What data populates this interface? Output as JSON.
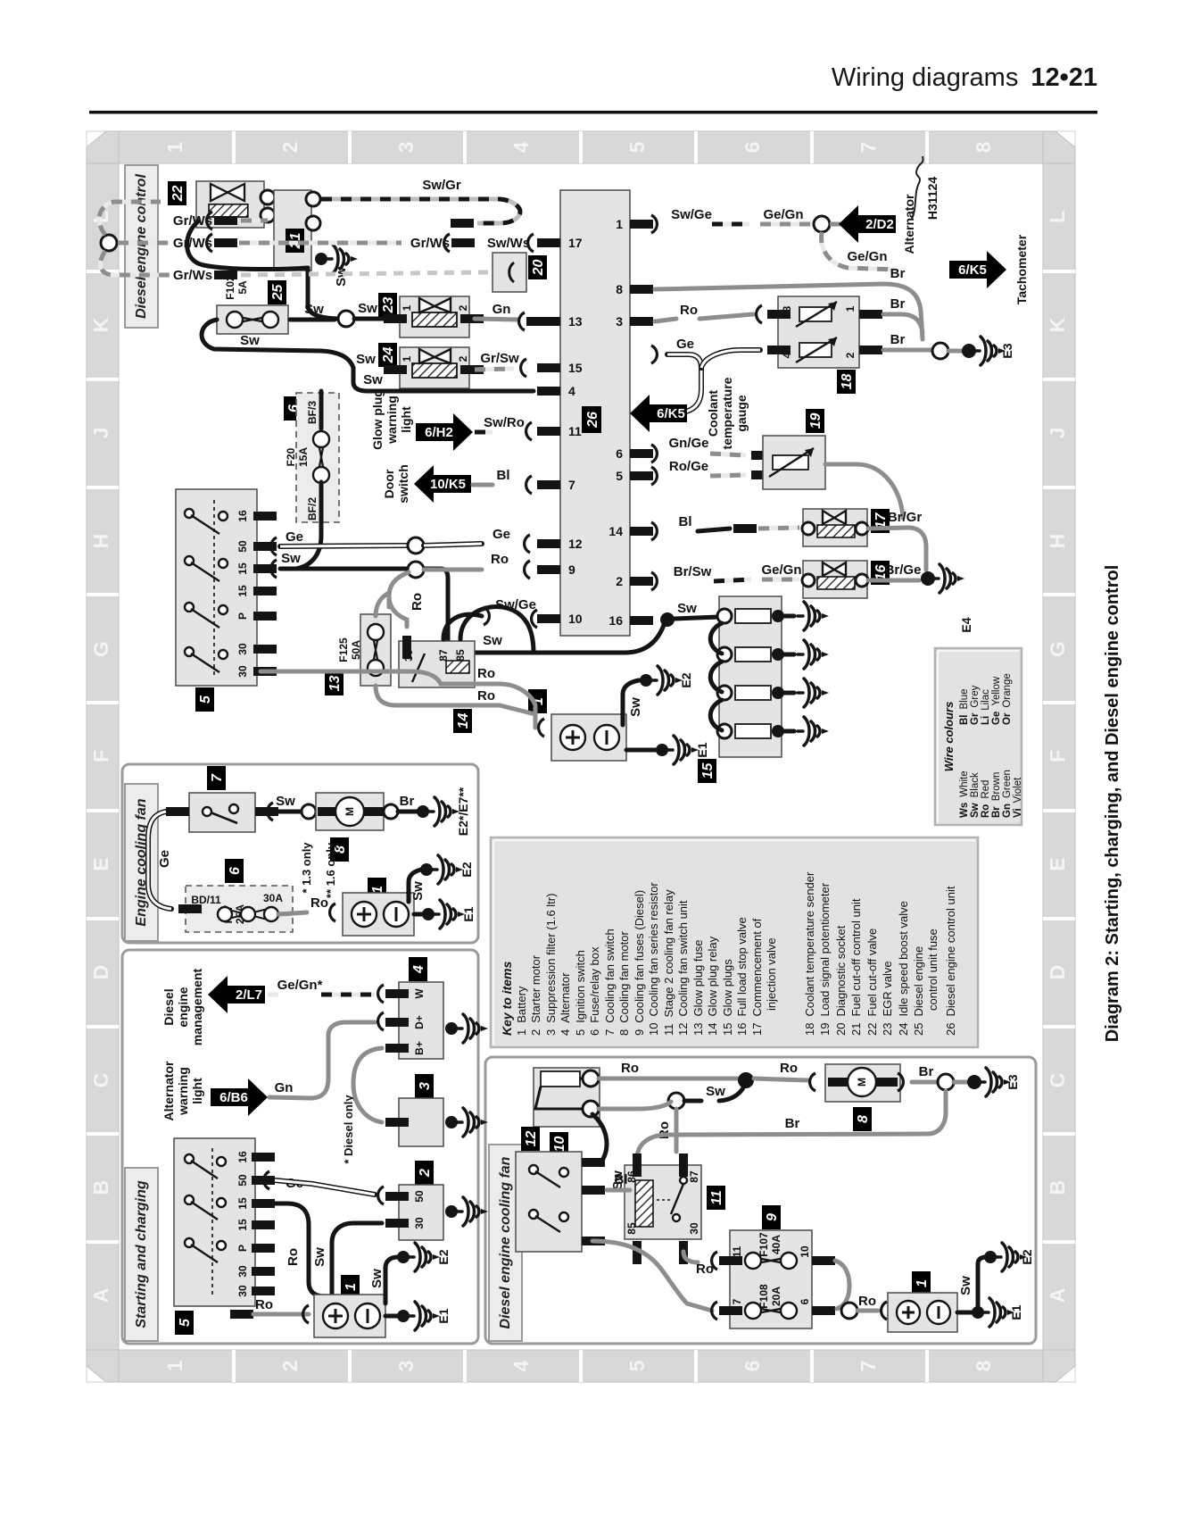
{
  "header": {
    "title": "Wiring diagrams",
    "page": "12•21"
  },
  "caption": "Diagram 2: Starting, charging, and Diesel engine control",
  "sig": "H31124",
  "frame": {
    "cols": [
      "1",
      "2",
      "3",
      "4",
      "5",
      "6",
      "7",
      "8"
    ],
    "rows": [
      "L",
      "K",
      "J",
      "H",
      "G",
      "F",
      "E",
      "D",
      "C",
      "B",
      "A"
    ]
  },
  "sections": {
    "s1": "Diesel engine control",
    "s2": "Engine cooling fan",
    "s3": "Starting and charging",
    "s4": "Diesel engine cooling fan"
  },
  "arrows": {
    "alt": {
      "code": "2/D2",
      "label": "Alternator"
    },
    "tach": {
      "code": "6/K5",
      "label": "Tachometer"
    },
    "coolant": {
      "code": "6/K5",
      "lines": [
        "Coolant",
        "temperature",
        "gauge"
      ]
    },
    "glow": {
      "code": "6/H2",
      "lines": [
        "Glow plug",
        "warning",
        "light"
      ]
    },
    "door": {
      "code": "10/K5",
      "lines": [
        "Door",
        "switch"
      ]
    },
    "mgmt": {
      "code": "2/L7",
      "lines": [
        "Diesel",
        "engine",
        "management"
      ]
    },
    "warn": {
      "code": "6/B6",
      "lines": [
        "Alternator",
        "warning",
        "light"
      ]
    }
  },
  "notes": {
    "n13": "* 1.3 only",
    "n16": "** 1.6 only",
    "diesel": "* Diesel only"
  },
  "fuses": {
    "f102": [
      "F102",
      "5A"
    ],
    "f20": [
      "F20",
      "15A"
    ],
    "f125": [
      "F125",
      "50A"
    ],
    "f17": [
      "F17",
      "25A"
    ],
    "a30": "30A",
    "bd11": "BD/11",
    "bf2": "BF/2",
    "bf3": "BF/3",
    "f107": [
      "F107",
      "40A"
    ],
    "f108": [
      "F108",
      "20A"
    ]
  },
  "grounds": {
    "e1": "E1",
    "e2": "E2",
    "e3": "E3",
    "e4": "E4",
    "e2e7": "E2*/E7**"
  },
  "w": {
    "swgr": "Sw/Gr",
    "grws": "Gr/Ws",
    "swws": "Sw/Ws",
    "sw": "Sw",
    "gn": "Gn",
    "grsw": "Gr/Sw",
    "swro": "Sw/Ro",
    "bl": "Bl",
    "ge": "Ge",
    "ro": "Ro",
    "swge": "Sw/Ge",
    "gnge": "Gn/Ge",
    "roge": "Ro/Ge",
    "brsw": "Br/Sw",
    "gegn": "Ge/Gn",
    "br": "Br",
    "brgr": "Br/Gr",
    "brge": "Br/Ge",
    "gegns": "Ge/Gn*"
  },
  "n": {
    "1": "1",
    "2": "2",
    "3": "3",
    "4": "4",
    "5": "5",
    "6": "6",
    "7": "7",
    "8": "8",
    "9": "9",
    "10": "10",
    "11": "11",
    "12": "12",
    "13": "13",
    "14": "14",
    "15": "15",
    "16": "16",
    "17": "17",
    "18": "18",
    "19": "19",
    "20": "20",
    "21": "21",
    "22": "22",
    "23": "23",
    "24": "24",
    "25": "25",
    "26": "26",
    "30": "30",
    "50": "50",
    "85": "85",
    "86": "86",
    "87": "87",
    "P": "P",
    "W": "W",
    "Dp": "D+",
    "Bp": "B+"
  },
  "key": {
    "title": "Key to items",
    "items": [
      {
        "n": "1",
        "t": "Battery"
      },
      {
        "n": "2",
        "t": "Starter motor"
      },
      {
        "n": "3",
        "t": "Suppression filter (1.6 ltr)"
      },
      {
        "n": "4",
        "t": "Alternator"
      },
      {
        "n": "5",
        "t": "Ignition switch"
      },
      {
        "n": "6",
        "t": "Fuse/relay box"
      },
      {
        "n": "7",
        "t": "Cooling fan switch"
      },
      {
        "n": "8",
        "t": "Cooling fan motor"
      },
      {
        "n": "9",
        "t": "Cooling fan fuses (Diesel)"
      },
      {
        "n": "10",
        "t": "Cooling fan series resistor"
      },
      {
        "n": "11",
        "t": "Stage 2 cooling fan relay"
      },
      {
        "n": "12",
        "t": "Cooling fan switch unit"
      },
      {
        "n": "13",
        "t": "Glow plug fuse"
      },
      {
        "n": "14",
        "t": "Glow plug relay"
      },
      {
        "n": "15",
        "t": "Glow plugs"
      },
      {
        "n": "16",
        "t": "Full load stop valve"
      },
      {
        "n": "17",
        "t": "Commencement of"
      },
      {
        "n": "",
        "t": "injection valve"
      },
      {
        "n": "18",
        "t": "Coolant temperature sender"
      },
      {
        "n": "19",
        "t": "Load signal potentiometer"
      },
      {
        "n": "20",
        "t": "Diagnostic socket"
      },
      {
        "n": "21",
        "t": "Fuel cut-off control unit"
      },
      {
        "n": "22",
        "t": "Fuel cut-off valve"
      },
      {
        "n": "23",
        "t": "EGR valve"
      },
      {
        "n": "24",
        "t": "Idle speed boost valve"
      },
      {
        "n": "25",
        "t": "Diesel engine"
      },
      {
        "n": "",
        "t": "control unit fuse"
      },
      {
        "n": "26",
        "t": "Diesel engine control unit"
      }
    ]
  },
  "wire_colours": {
    "title": "Wire colours",
    "col1": [
      {
        "a": "Ws",
        "c": "White"
      },
      {
        "a": "Sw",
        "c": "Black"
      },
      {
        "a": "Ro",
        "c": "Red"
      },
      {
        "a": "Br",
        "c": "Brown"
      },
      {
        "a": "Gn",
        "c": "Green"
      },
      {
        "a": "Vi",
        "c": "Violet"
      }
    ],
    "col2": [
      {
        "a": "Bl",
        "c": "Blue"
      },
      {
        "a": "Gr",
        "c": "Grey"
      },
      {
        "a": "Li",
        "c": "Lilac"
      },
      {
        "a": "Ge",
        "c": "Yellow"
      },
      {
        "a": "Or",
        "c": "Orange"
      }
    ]
  },
  "colors": {
    "wire_black": "#141414",
    "wire_grey": "#8d8d8d",
    "panel": "#e2e2e2",
    "frame": "#d8d8d8"
  }
}
